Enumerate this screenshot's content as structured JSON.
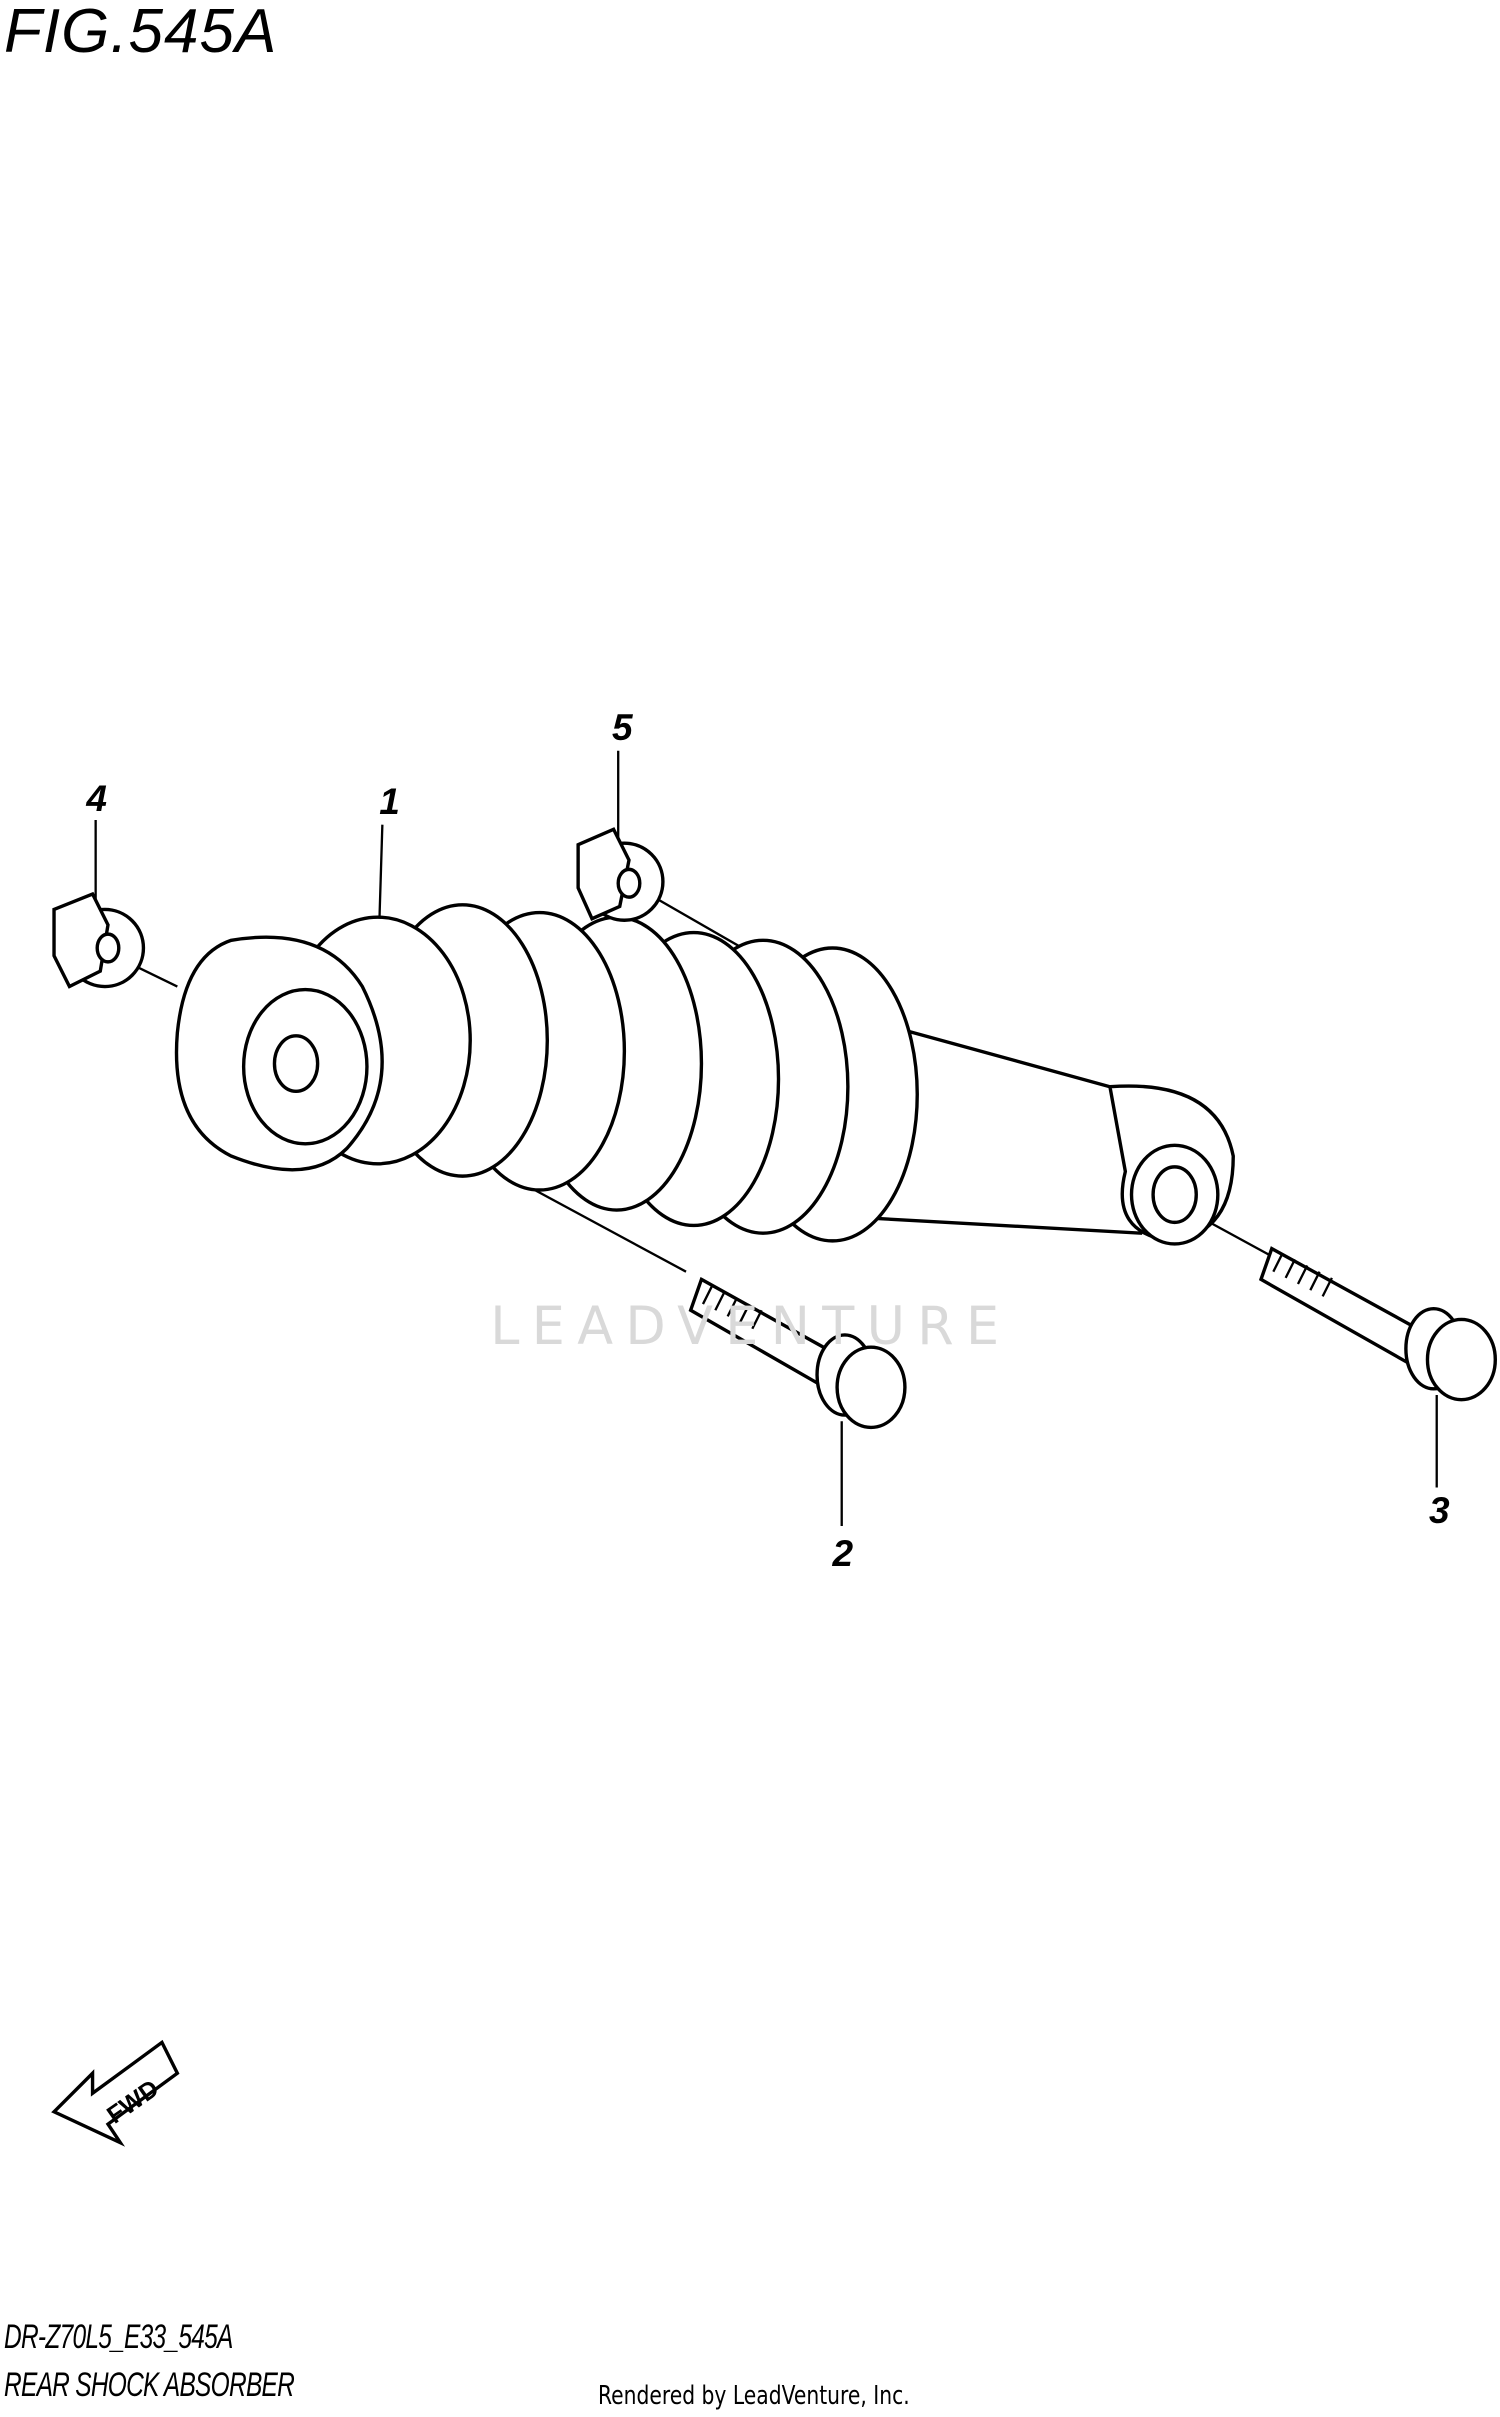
{
  "figure": {
    "title": "FIG.545A",
    "model_code": "DR-Z70L5_E33_545A",
    "assembly_name": "REAR SHOCK ABSORBER",
    "credit": "Rendered by LeadVenture, Inc.",
    "watermark": "LEADVENTURE",
    "direction_label": "FWD"
  },
  "callouts": [
    {
      "number": "1",
      "part": "shock-absorber"
    },
    {
      "number": "2",
      "part": "bolt-upper"
    },
    {
      "number": "3",
      "part": "bolt-lower"
    },
    {
      "number": "4",
      "part": "nut"
    },
    {
      "number": "5",
      "part": "nut"
    }
  ],
  "colors": {
    "line": "#000000",
    "watermark": "#e6e6e6",
    "background": "#ffffff"
  }
}
